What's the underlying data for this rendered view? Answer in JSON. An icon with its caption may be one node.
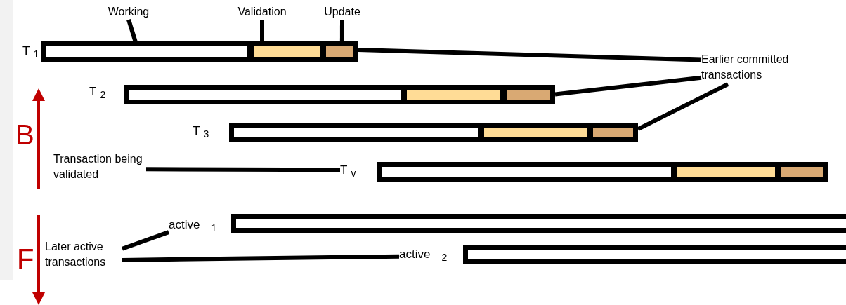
{
  "diagram": {
    "nodes": [
      {
        "text": [
          "Working"
        ]
      },
      {
        "text": [
          "Validation"
        ]
      },
      {
        "text": [
          "Update"
        ]
      },
      {
        "text": [],
        "shape": "bar",
        "beside": [
          "T$_{1}$"
        ]
      },
      {
        "text": [],
        "shape": "box",
        "in": 3
      },
      {
        "text": [],
        "shape": "box",
        "in": 3
      },
      {
        "text": [
          "Earlier committed transactions"
        ]
      },
      {
        "text": [],
        "shape": "bar",
        "beside": [
          "T$_{2}$"
        ]
      },
      {
        "text": [],
        "shape": "bar",
        "beside": [
          "T$_{3}$"
        ]
      },
      {
        "text": [
          "Transaction being validated"
        ]
      },
      {
        "text": [],
        "shape": "bar",
        "beside": [
          "T$_{v}$"
        ]
      },
      {
        "text": [],
        "shape": "bar",
        "beside": [
          "active$_{1}$"
        ]
      },
      {
        "text": [
          "Later active transactions"
        ]
      },
      {
        "text": [],
        "shape": "bar",
        "beside": [
          "active$_{2}$"
        ]
      },
      {
        "text": [],
        "shape": "box",
        "in": 7
      },
      {
        "text": [],
        "shape": "box",
        "in": 7
      },
      {
        "text": [],
        "shape": "box",
        "in": 8
      },
      {
        "text": [],
        "shape": "box",
        "in": 8
      },
      {
        "text": [],
        "shape": "box",
        "in": 10
      },
      {
        "text": [],
        "shape": "box",
        "in": 10
      },
      {
        "text": [],
        "shape": "band"
      }
    ],
    "edges": [
      {
        "from": 0,
        "to": 3,
        "arrow": "none"
      },
      {
        "from": 1,
        "to": 4,
        "arrow": "none"
      },
      {
        "from": 2,
        "to": 5,
        "arrow": "none"
      },
      {
        "from": 6,
        "to": 3,
        "arrow": "none"
      },
      {
        "from": 6,
        "to": 7,
        "arrow": "none"
      },
      {
        "from": 6,
        "to": 8,
        "arrow": "none"
      },
      {
        "from": 9,
        "to": 10,
        "arrow": "none"
      },
      {
        "from": 12,
        "to": 11,
        "arrow": "none"
      },
      {
        "from": 12,
        "to": 13,
        "arrow": "none"
      }
    ],
    "labels": [
      "B",
      "F"
    ]
  }
}
